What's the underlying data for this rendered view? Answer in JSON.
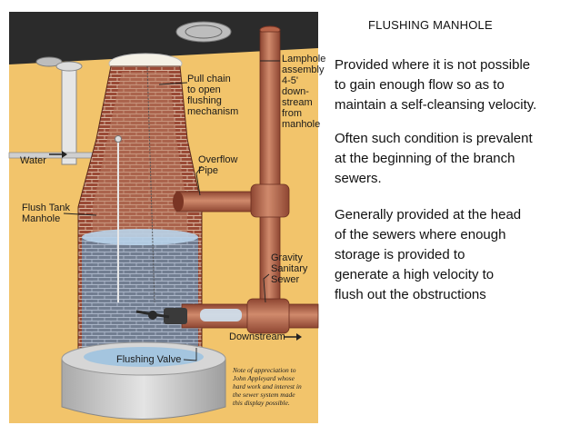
{
  "slide": {
    "title": "FLUSHING MANHOLE",
    "paragraphs": [
      "Provided where it is not possible\nto gain enough flow so as to\nmaintain a self-cleansing velocity.",
      "Often such condition is prevalent\nat the beginning of the branch\nsewers.",
      "Generally provided at the head\nof the sewers where enough\nstorage is provided to\ngenerate a high velocity to\nflush out the obstructions"
    ]
  },
  "diagram": {
    "labels": {
      "pull_chain": "Pull chain\nto open\nflushing\nmechanism",
      "lamphole": "Lamphole\nassembly\n4-5'\ndown-\nstream\nfrom\nmanhole",
      "overflow_pipe": "Overflow\nPipe",
      "water": "Water",
      "flush_tank_manhole": "Flush Tank\nManhole",
      "gravity_sewer": "Gravity\nSanitary\nSewer",
      "downstream": "Downstream",
      "flushing_valve": "Flushing Valve"
    },
    "note": "Note of appreciation to\nJohn Appleyard whose\nhard work and interest in\nthe sewer system made\nthis display possible.",
    "colors": {
      "background": "#f2c46b",
      "brick": "#9a4a36",
      "pipe": "#b8654a",
      "water": "#9fc3e0",
      "base": "#c9c9c9",
      "ground_dark": "#2b2b2b"
    }
  }
}
